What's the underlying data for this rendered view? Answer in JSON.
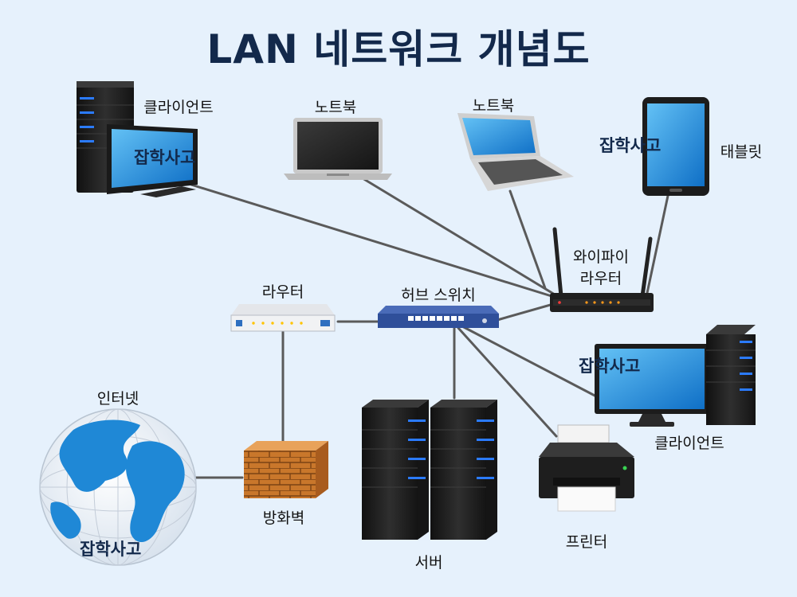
{
  "title": "LAN 네트워크 개념도",
  "watermark": "잡학사고",
  "nodes": {
    "client_top": "클라이언트",
    "laptop1": "노트북",
    "laptop2": "노트북",
    "tablet": "태블릿",
    "wifi_router_line1": "와이파이",
    "wifi_router_line2": "라우터",
    "router": "라우터",
    "hub_switch": "허브 스위치",
    "internet": "인터넷",
    "firewall": "방화벽",
    "server": "서버",
    "printer": "프린터",
    "client_right": "클라이언트"
  },
  "colors": {
    "background": "#e6f1fc",
    "title": "#13294b",
    "cable": "#555555",
    "screen": "#1f8fe0",
    "tower": "#1e1e1e",
    "tower_light": "#2b7bff",
    "switch": "#2f4f9a",
    "brick": "#c9772b",
    "ocean": "#1f88d6"
  }
}
